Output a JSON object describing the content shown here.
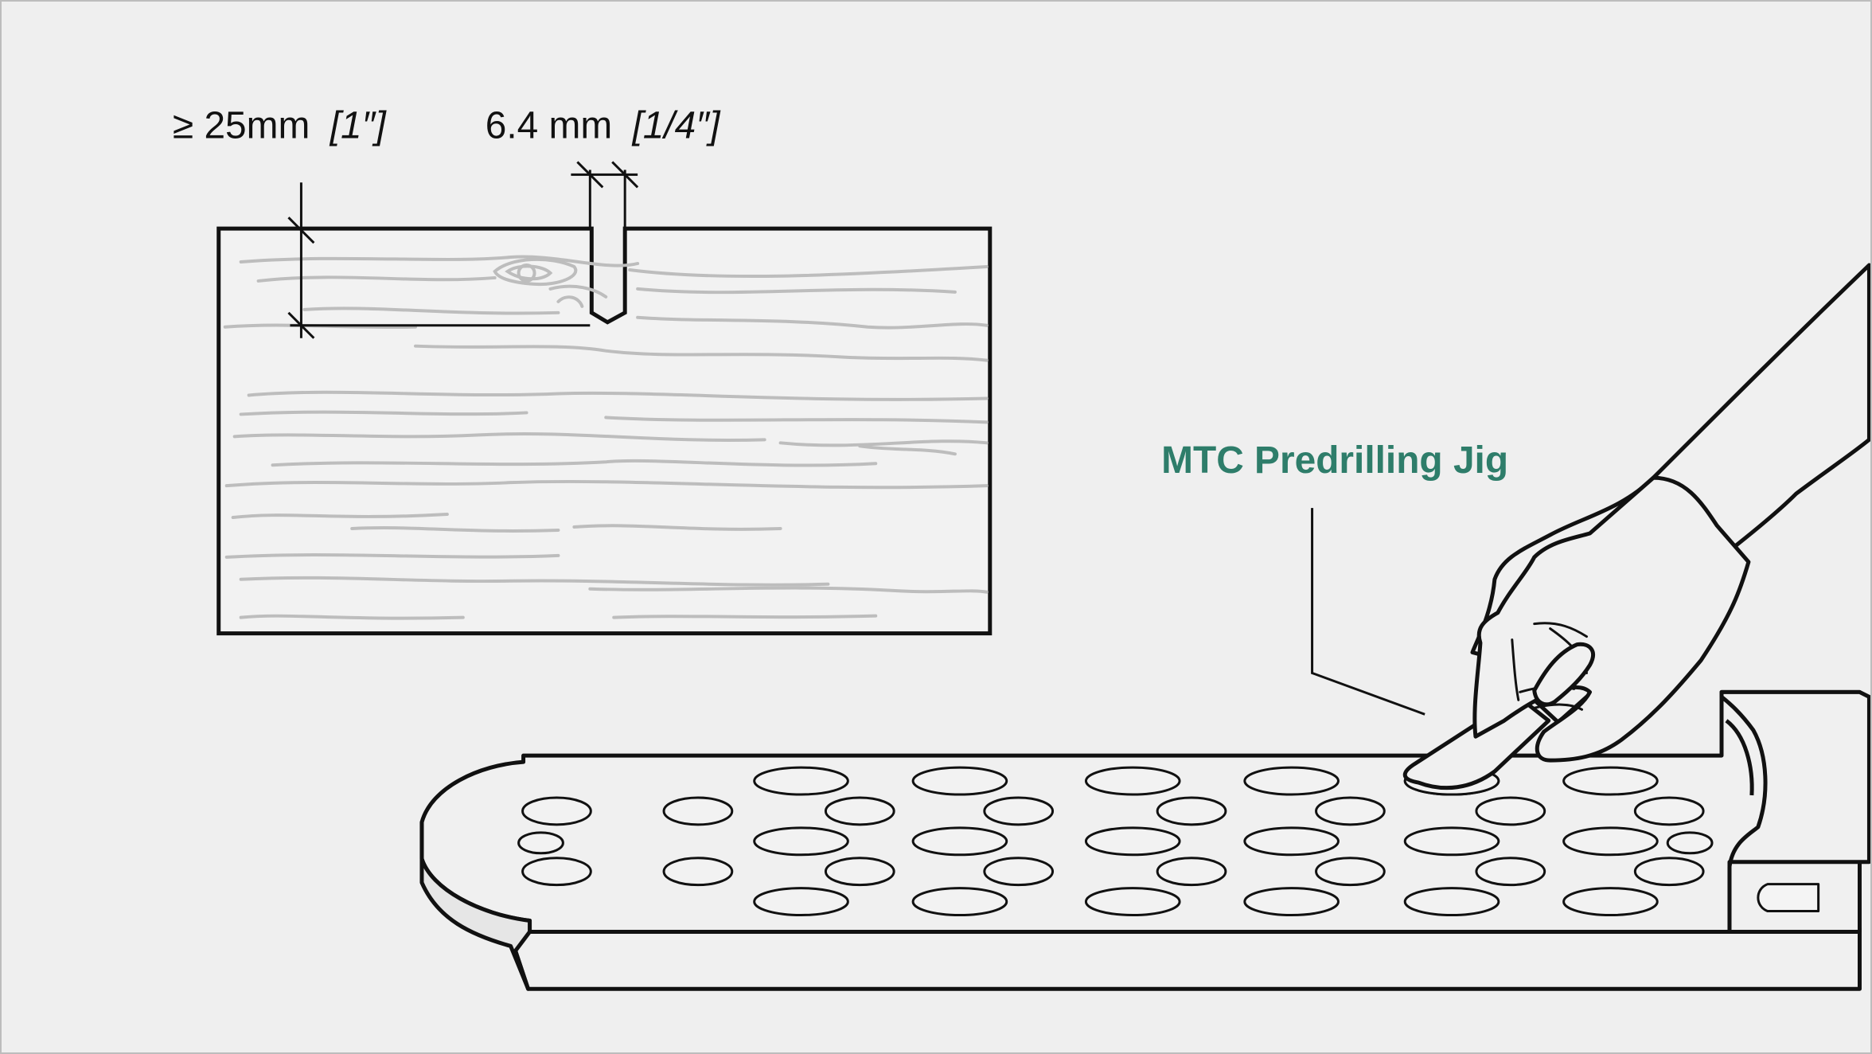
{
  "dimensions": {
    "depth": {
      "value": "≥ 25mm",
      "imperial": "[1″]"
    },
    "width": {
      "value": "6.4 mm",
      "imperial": "[1/4″]"
    }
  },
  "callout": {
    "label": "MTC Predrilling Jig"
  },
  "colors": {
    "background": "#efefef",
    "stroke": "#111111",
    "wood_grain": "#b9b9b9",
    "accent": "#2e7d6a"
  }
}
